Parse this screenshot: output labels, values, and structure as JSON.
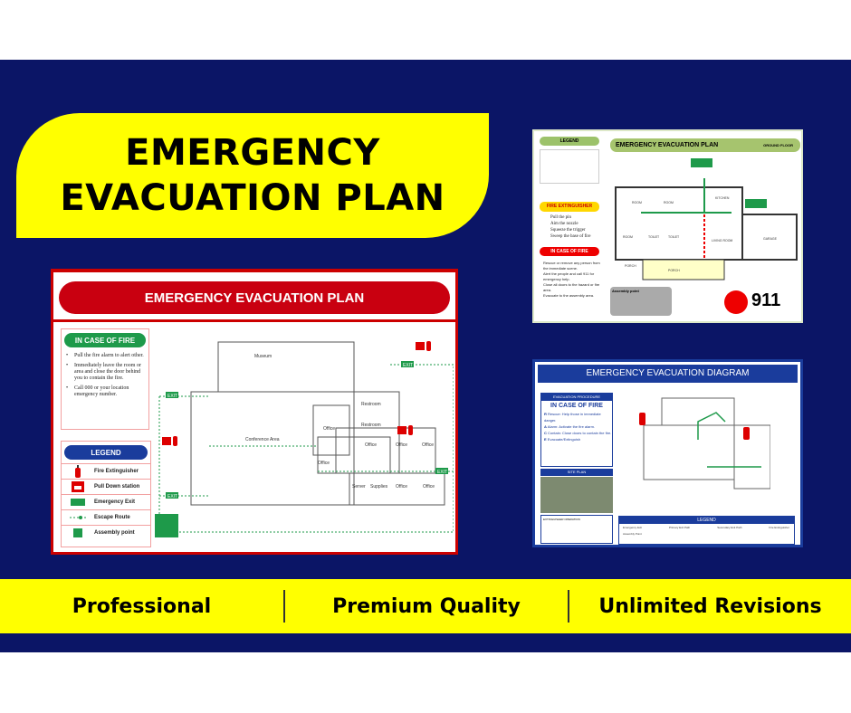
{
  "title": {
    "line1": "EMERGENCY",
    "line2": "EVACUATION PLAN"
  },
  "plan1": {
    "header": "EMERGENCY EVACUATION PLAN",
    "fire_title": "IN CASE OF FIRE",
    "fire_steps": [
      "Pull the fire alarm to alert other.",
      "Immediately leave the room or area and close the door behind you to contain the fire.",
      "Call 000 or your location emergency number."
    ],
    "legend_title": "LEGEND",
    "legend": [
      "Fire Extinguisher",
      "Pull Down station",
      "Emergency Exit",
      "Escape Route",
      "Assembly point"
    ],
    "rooms": [
      "Museum",
      "Office",
      "Restroom",
      "Restroom",
      "Conference Area",
      "Office",
      "Office",
      "Office",
      "Office",
      "Server",
      "Supplies",
      "Office",
      "Office"
    ],
    "exit": "EXIT"
  },
  "plan2": {
    "legend_title": "LEGEND",
    "header": "EMERGENCY EVACUATION PLAN",
    "floor": "GROUND FLOOR",
    "ext_title": "FIRE EXTINGUISHER",
    "ext_steps": [
      "Pull the pin",
      "Aim the nozzle",
      "Squeeze the trigger",
      "Sweep the base of fire"
    ],
    "fire_title": "IN CASE OF FIRE",
    "fire_steps": [
      "Rescue or remove any person from the immediate scene.",
      "Alert the people and call 911 for emergency help.",
      "Close all doors to the hazard or fire area.",
      "Evacuate to the assembly area."
    ],
    "rooms": [
      "ROOM",
      "ROOM",
      "KITCHEN",
      "ROOM",
      "TOILET",
      "TOILET",
      "LIVING ROOM",
      "GARAGE",
      "PORCH",
      "PORCH"
    ],
    "assembly": "Assembly point",
    "phone": "911"
  },
  "plan3": {
    "header": "EMERGENCY EVACUATION DIAGRAM",
    "proc_title": "EVACUATION PROCEDURE",
    "fire_title": "IN CASE OF FIRE",
    "race": [
      {
        "l": "R",
        "t": "Rescue: Help those in immediate danger."
      },
      {
        "l": "A",
        "t": "Alarm: Activate the fire alarm."
      },
      {
        "l": "C",
        "t": "Contain: Close doors to contain the fire."
      },
      {
        "l": "E",
        "t": "Evacuate/Extinguish"
      }
    ],
    "site_title": "SITE PLAN",
    "ext_title": "EXTINGUISHER OPERATION",
    "legend_title": "LEGEND",
    "legend": [
      "Emergency Exit",
      "Primary Exit Path",
      "Secondary Exit Path",
      "Fire Extinguisher",
      "Assembly Point"
    ]
  },
  "features": [
    "Professional",
    "Premium Quality",
    "Unlimited Revisions"
  ],
  "colors": {
    "navy": "#0b1566",
    "yellow": "#ffff00",
    "red": "#c90010",
    "green": "#1e9a4a",
    "blue": "#1a3c9c"
  }
}
